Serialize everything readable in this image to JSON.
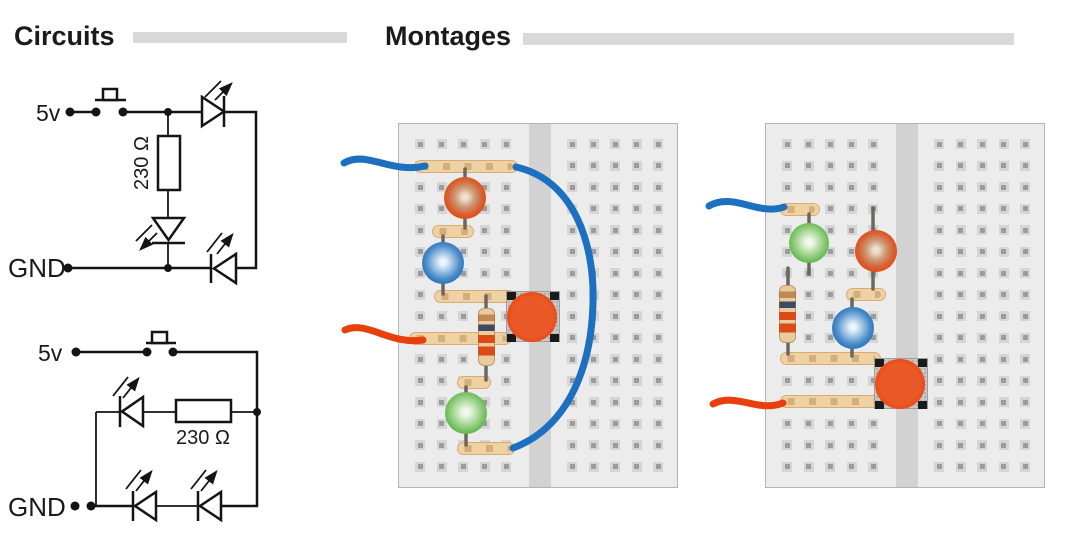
{
  "headers": {
    "circuits": "Circuits",
    "montages": "Montages"
  },
  "colors": {
    "title": "#1a1a1a",
    "bar": "#d9d9d9",
    "line": "#141414",
    "board-bg": "#ececec",
    "board-border": "#b3b3b3",
    "channel": "#d2d2d2",
    "hole-outer": "#d5d5d5",
    "hole-inner": "#9b9b9b",
    "strip": "#eed2a4",
    "strip-border": "#d8ab72",
    "strip-mark": "#b98c56",
    "wire-blue": "#1d6fc0",
    "wire-red": "#e8400d",
    "led-red": "#e44c0e",
    "led-blue": "#2470b9",
    "led-green": "#44a935",
    "button-orange": "#e8430c",
    "button-base": "#c9c9c9",
    "pin-black": "#1a1a1a",
    "leg": "#6d665e",
    "resistor-body": "#e9cb9d"
  },
  "circuit1": {
    "power_label": "5v",
    "ground_label": "GND",
    "resistor_label": "230 Ω"
  },
  "circuit2": {
    "power_label": "5v",
    "ground_label": "GND",
    "resistor_label": "230 Ω"
  },
  "montage1": {
    "components": [
      "blue-wire-in",
      "terminal-strips",
      "red-led",
      "blue-led",
      "green-led",
      "resistor",
      "push-button",
      "red-wire-in",
      "blue-wire-arc"
    ]
  },
  "montage2": {
    "components": [
      "blue-wire-in",
      "terminal-strips",
      "green-led",
      "red-led",
      "blue-led",
      "resistor",
      "push-button",
      "red-wire-in"
    ]
  }
}
